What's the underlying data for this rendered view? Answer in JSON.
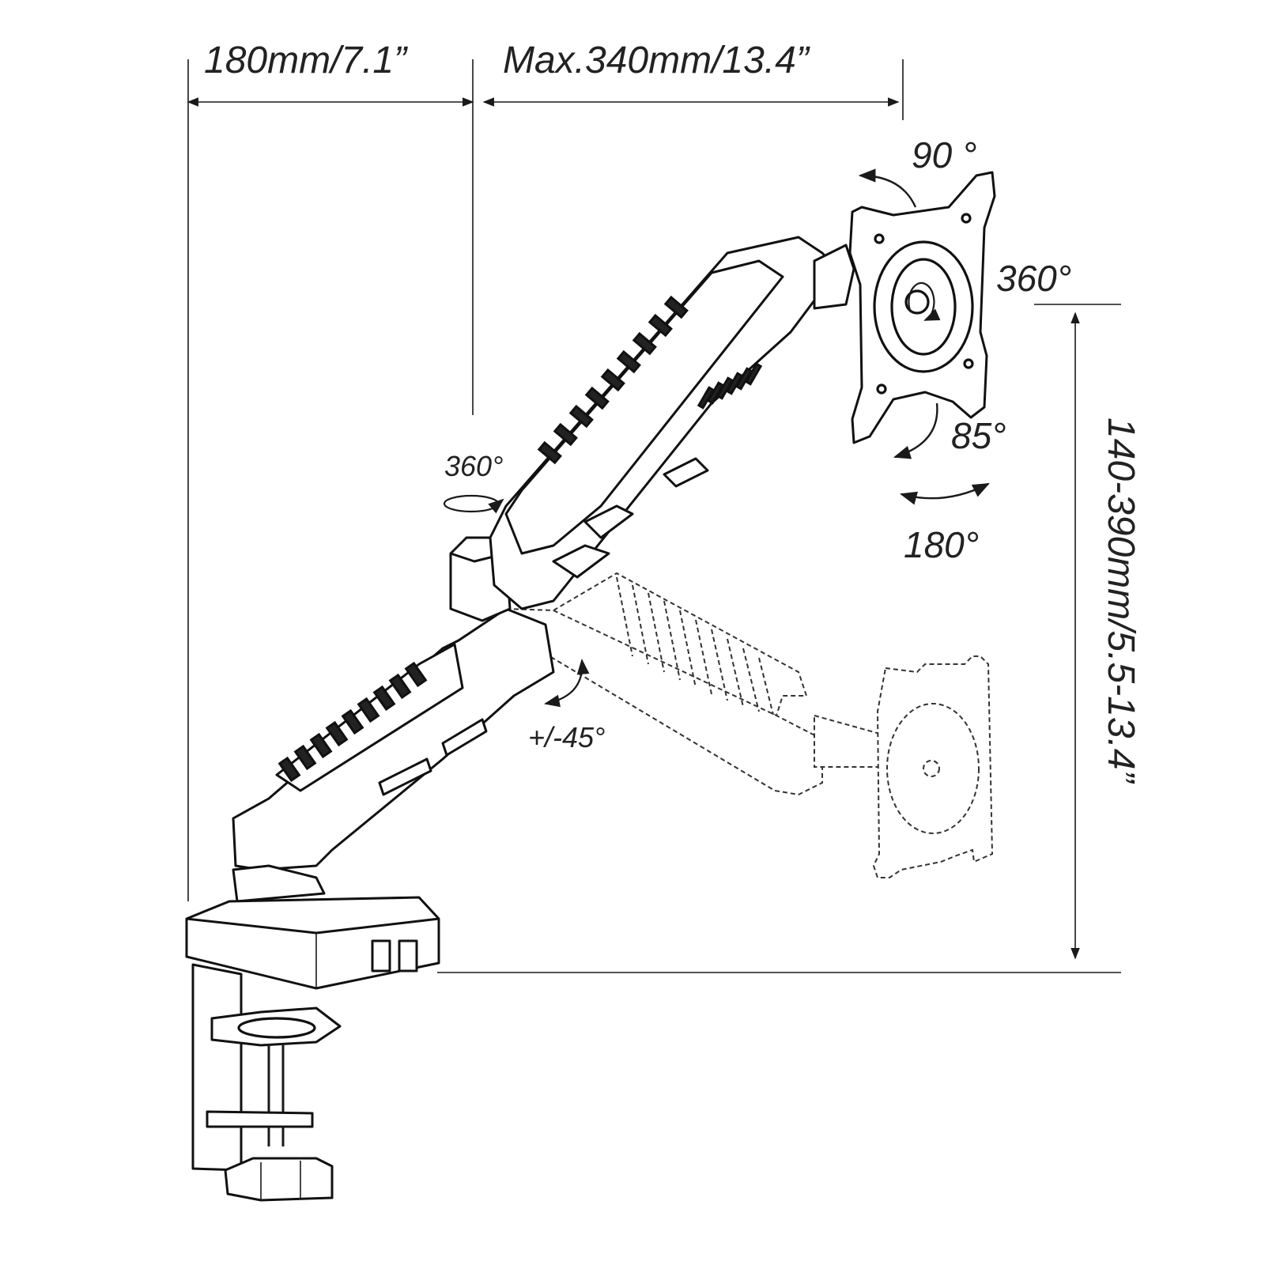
{
  "dimensions": {
    "base_reach": "180mm/7.1”",
    "arm_reach": "Max.340mm/13.4”",
    "height_range": "140-390mm/5.5-13.4”"
  },
  "angles": {
    "tilt": "90 °",
    "rotate": "360°",
    "tilt_down": "85°",
    "swivel": "180°",
    "base_rotate": "360°",
    "joint_tilt": "+/-45°"
  }
}
